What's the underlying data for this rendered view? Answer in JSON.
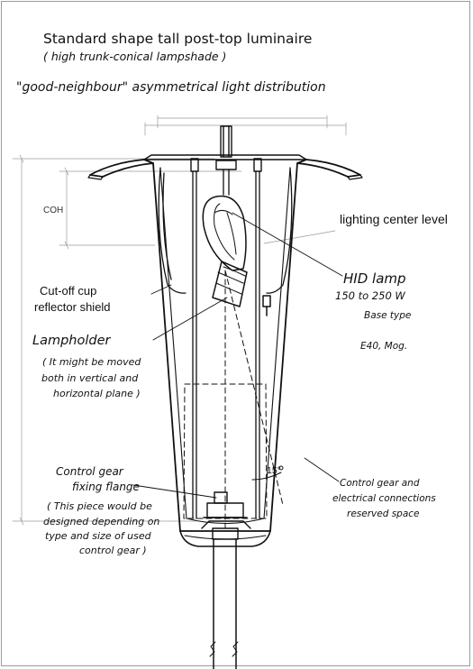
{
  "title": "Standard shape tall post-top luminaire",
  "subtitle": "( high trunk-conical  lampshade )",
  "distribution": "\"good-neighbour\" asymmetrical light distribution",
  "labels": {
    "coh": "COH",
    "lighting_center": "lighting center level",
    "hid_lamp": "HID lamp",
    "wattage": "150 to 250 W",
    "base_type": "Base type",
    "base_value": "E40, Mog.",
    "cutoff_line1": "Cut-off cup",
    "cutoff_line2": "reflector shield",
    "lampholder": "Lampholder",
    "lampholder_note_line1": "( It might be moved",
    "lampholder_note_line2": "both in vertical and",
    "lampholder_note_line3": "horizontal plane )",
    "control_gear_line1": "Control gear",
    "control_gear_line2": "fixing flange",
    "piece_note_line1": "( This piece would be",
    "piece_note_line2": "designed depending on",
    "piece_note_line3": "type and size of used",
    "piece_note_line4": "control gear )",
    "reserved_line1": "Control gear and",
    "reserved_line2": "electrical connections",
    "reserved_line3": "reserved space",
    "angle": "15°"
  },
  "colors": {
    "ink": "#111111",
    "dim_line": "#9a9a9a"
  }
}
